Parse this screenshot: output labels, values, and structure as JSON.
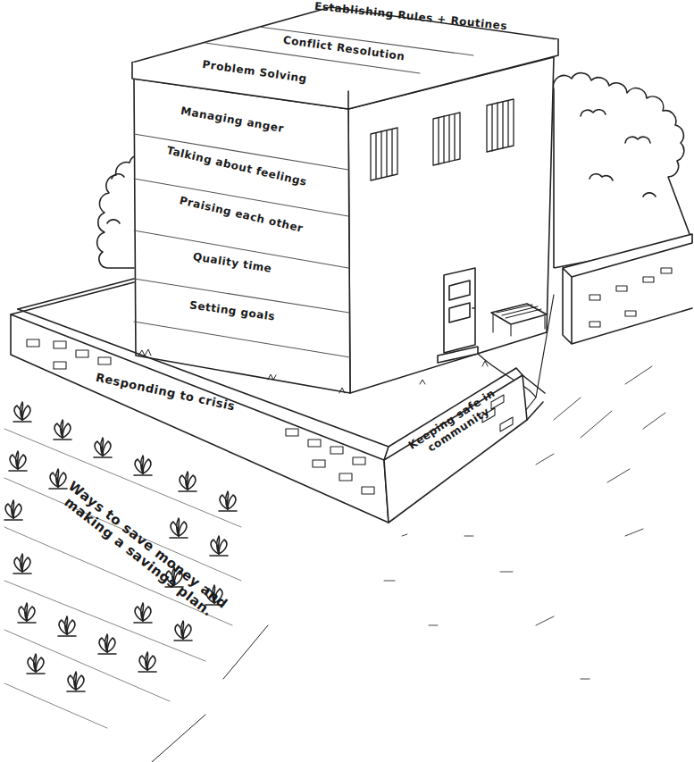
{
  "diagram": {
    "nodes": [
      {
        "text": [
          "Establishing Rules + Routines"
        ]
      },
      {
        "text": [
          "Conflict Resolution"
        ]
      },
      {
        "text": [
          "Problem Solving"
        ]
      },
      {
        "text": [
          "Managing anger"
        ]
      },
      {
        "text": [
          "Talking about feelings"
        ]
      },
      {
        "text": [
          "Praising each other"
        ]
      },
      {
        "text": [
          "Quality time"
        ]
      },
      {
        "text": [
          "Setting goals"
        ]
      },
      {
        "text": [
          "Responding to crisis"
        ]
      },
      {
        "text": [
          "Keeping safe in community"
        ]
      },
      {
        "text": [
          "Ways to save money and making a savings plan."
        ]
      }
    ]
  }
}
